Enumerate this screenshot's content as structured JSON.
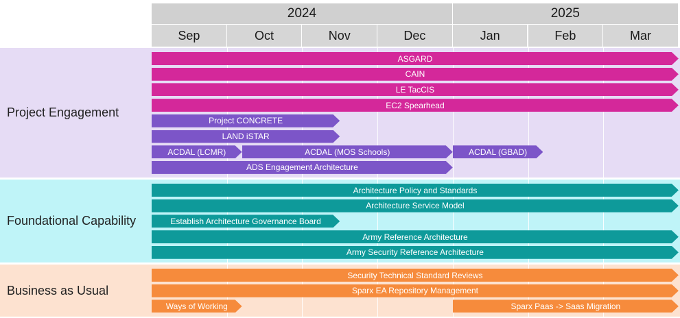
{
  "chart_data": {
    "type": "gantt",
    "years": [
      {
        "label": "2024",
        "start": 0,
        "end": 4
      },
      {
        "label": "2025",
        "start": 4,
        "end": 7
      }
    ],
    "months": [
      "Sep",
      "Oct",
      "Nov",
      "Dec",
      "Jan",
      "Feb",
      "Mar"
    ],
    "colors": {
      "project": "#d4289a",
      "project_alt": "#7c55c8",
      "foundational": "#0e9a9a",
      "bau": "#f68b3c",
      "band_project": "#e6dcf5",
      "band_foundational": "#bff4f8",
      "band_bau": "#fde2d0"
    },
    "groups": [
      {
        "label": "Project Engagement",
        "band_color_key": "band_project",
        "rows": [
          [
            {
              "label": "ASGARD",
              "start": 0,
              "end": 7,
              "color_key": "project"
            }
          ],
          [
            {
              "label": "CAIN",
              "start": 0,
              "end": 7,
              "color_key": "project"
            }
          ],
          [
            {
              "label": "LE TacCIS",
              "start": 0,
              "end": 7,
              "color_key": "project"
            }
          ],
          [
            {
              "label": "EC2 Spearhead",
              "start": 0,
              "end": 7,
              "color_key": "project"
            }
          ],
          [
            {
              "label": "Project CONCRETE",
              "start": 0,
              "end": 2.5,
              "color_key": "project_alt"
            }
          ],
          [
            {
              "label": "LAND iSTAR",
              "start": 0,
              "end": 2.5,
              "color_key": "project_alt"
            }
          ],
          [
            {
              "label": "ACDAL (LCMR)",
              "start": 0,
              "end": 1.2,
              "color_key": "project_alt"
            },
            {
              "label": "ACDAL (MOS Schools)",
              "start": 1.2,
              "end": 4,
              "color_key": "project_alt"
            },
            {
              "label": "ACDAL (GBAD)",
              "start": 4,
              "end": 5.2,
              "color_key": "project_alt"
            }
          ],
          [
            {
              "label": "ADS Engagement Architecture",
              "start": 0,
              "end": 4,
              "color_key": "project_alt"
            }
          ]
        ]
      },
      {
        "label": "Foundational Capability",
        "band_color_key": "band_foundational",
        "rows": [
          [
            {
              "label": "Architecture Policy and Standards",
              "start": 0,
              "end": 7,
              "color_key": "foundational"
            }
          ],
          [
            {
              "label": "Architecture Service Model",
              "start": 0,
              "end": 7,
              "color_key": "foundational"
            }
          ],
          [
            {
              "label": "Establish Architecture Governance Board",
              "start": 0,
              "end": 2.5,
              "color_key": "foundational"
            }
          ],
          [
            {
              "label": "Army Reference Architecture",
              "start": 0,
              "end": 7,
              "color_key": "foundational"
            }
          ],
          [
            {
              "label": "Army Security Reference Architecture",
              "start": 0,
              "end": 7,
              "color_key": "foundational"
            }
          ]
        ]
      },
      {
        "label": "Business as Usual",
        "band_color_key": "band_bau",
        "rows": [
          [
            {
              "label": "Security Technical Standard Reviews",
              "start": 0,
              "end": 7,
              "color_key": "bau"
            }
          ],
          [
            {
              "label": "Sparx EA Repository Management",
              "start": 0,
              "end": 7,
              "color_key": "bau"
            }
          ],
          [
            {
              "label": "Ways of Working",
              "start": 0,
              "end": 1.2,
              "color_key": "bau"
            },
            {
              "label": "Sparx Paas -> Saas Migration",
              "start": 4,
              "end": 7,
              "color_key": "bau"
            }
          ]
        ]
      }
    ]
  }
}
